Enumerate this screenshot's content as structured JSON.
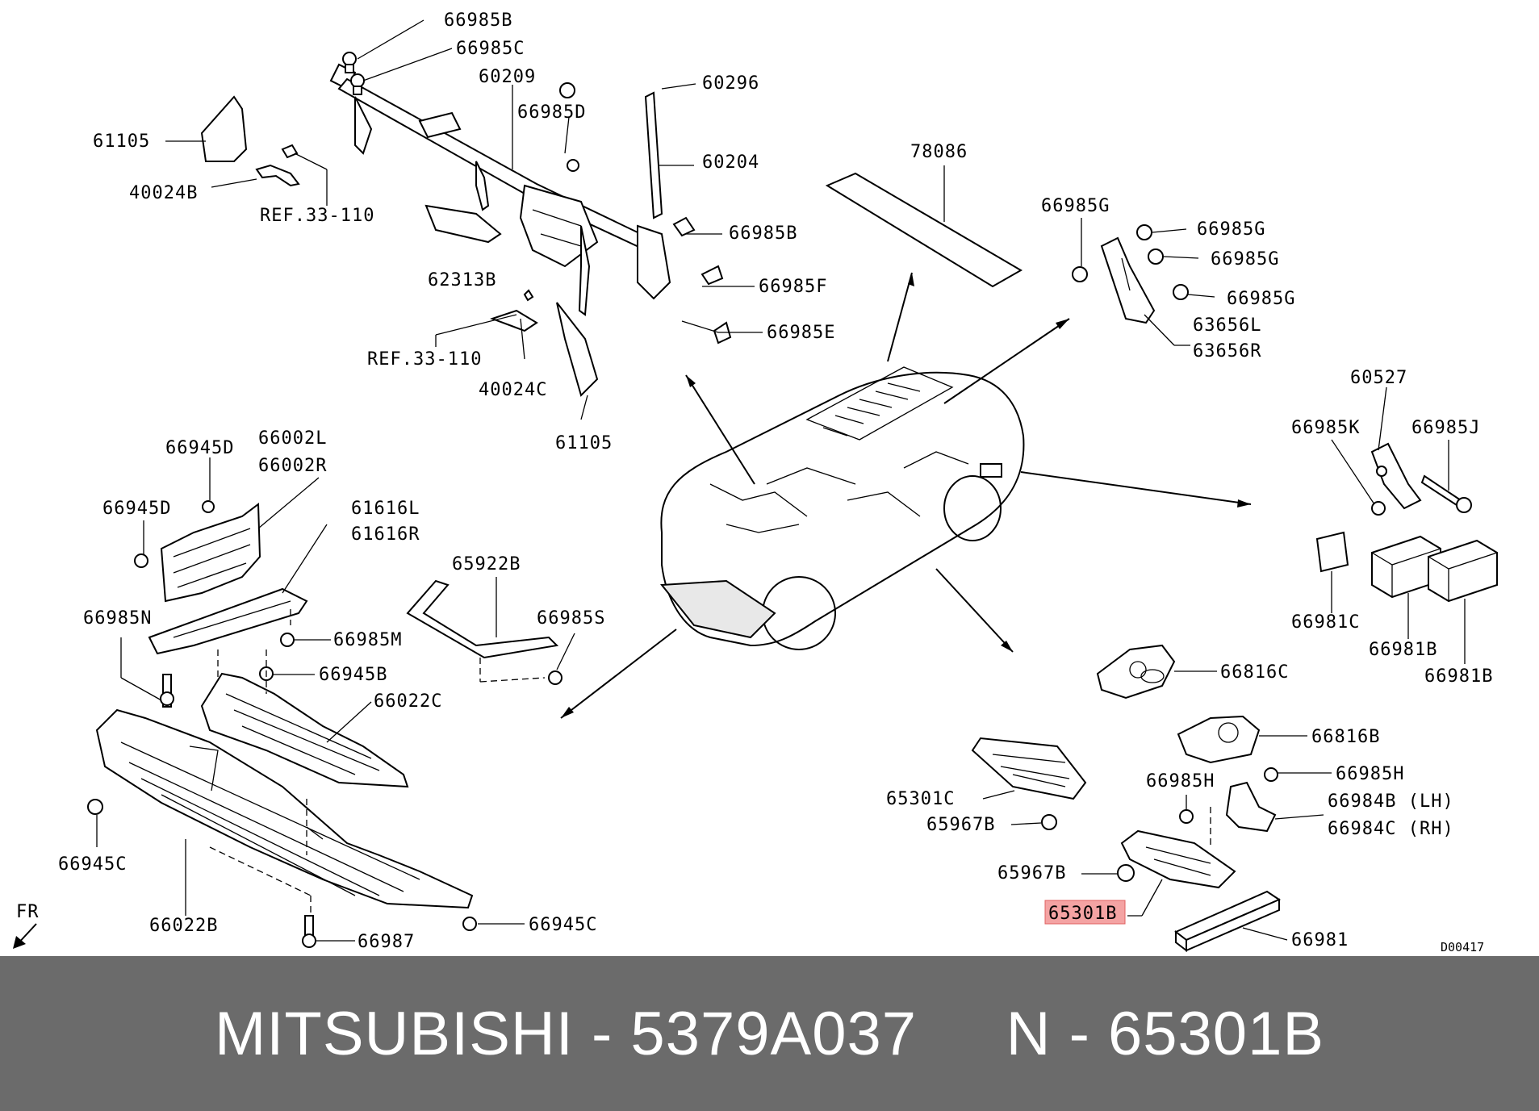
{
  "diagram": {
    "part_labels": {
      "p66985B_top": "66985B",
      "p66985C": "66985C",
      "p60209": "60209",
      "p60296": "60296",
      "p66985D": "66985D",
      "p60204": "60204",
      "p61105_left": "61105",
      "p40024B": "40024B",
      "ref_top": "REF.33-110",
      "p66985B_mid": "66985B",
      "p66985F": "66985F",
      "p62313B": "62313B",
      "p66985E": "66985E",
      "ref_mid": "REF.33-110",
      "p40024C": "40024C",
      "p61105_mid": "61105",
      "p78086": "78086",
      "p66985G_a": "66985G",
      "p66985G_b": "66985G",
      "p66985G_c": "66985G",
      "p66985G_d": "66985G",
      "p63656L": "63656L",
      "p63656R": "63656R",
      "p60527": "60527",
      "p66985K": "66985K",
      "p66985J": "66985J",
      "p66981C": "66981C",
      "p66981B_a": "66981B",
      "p66981B_b": "66981B",
      "p66945D_a": "66945D",
      "p66002L": "66002L",
      "p66002R": "66002R",
      "p66945D_b": "66945D",
      "p61616L": "61616L",
      "p61616R": "61616R",
      "p65922B": "65922B",
      "p66985S": "66985S",
      "p66985N": "66985N",
      "p66985M": "66985M",
      "p66945B": "66945B",
      "p66022C": "66022C",
      "p66945C_a": "66945C",
      "p66022B": "66022B",
      "p66987": "66987",
      "p66945C_b": "66945C",
      "p66816C": "66816C",
      "p66816B": "66816B",
      "p66985H_a": "66985H",
      "p66985H_b": "66985H",
      "p65301C": "65301C",
      "p66984B": "66984B (LH)",
      "p66984C": "66984C (RH)",
      "p65967B_a": "65967B",
      "p65967B_b": "65967B",
      "p65301B": "65301B",
      "p66981": "66981",
      "fr": "FR",
      "drawing_code": "D00417"
    },
    "highlight_color": "#f4a3a3"
  },
  "footer": {
    "text": "MITSUBISHI - 5379A037     N - 65301B",
    "background": "#6b6b6b",
    "color": "#ffffff"
  }
}
